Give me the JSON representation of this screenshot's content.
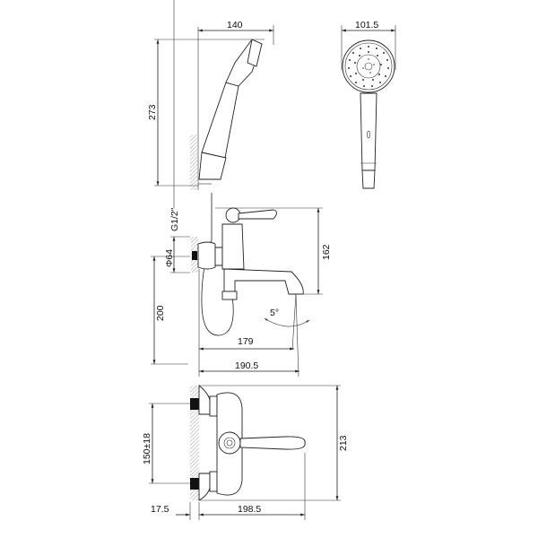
{
  "drawing": {
    "subject": "Bath/shower mixer with hand shower – dimensional drawing",
    "colors": {
      "line": "#222222",
      "background": "#ffffff",
      "hatch": "#888888",
      "fill_dark": "#111111"
    }
  },
  "views": {
    "side_view_shower": {
      "dimensions": {
        "width": "140",
        "height": "273"
      }
    },
    "shower_head_front": {
      "dimensions": {
        "diameter": "101.5"
      }
    },
    "side_view_mixer": {
      "dimensions": {
        "thread": "G1/2\"",
        "diameter": "Φ64",
        "height_to_handle": "162",
        "height_from_floor": "200",
        "angle": "5°",
        "spout_reach": "179",
        "total_reach": "190.5"
      }
    },
    "top_view_mixer": {
      "dimensions": {
        "centers": "150±18",
        "wall_offset": "17.5",
        "depth": "198.5",
        "width": "213"
      }
    }
  }
}
